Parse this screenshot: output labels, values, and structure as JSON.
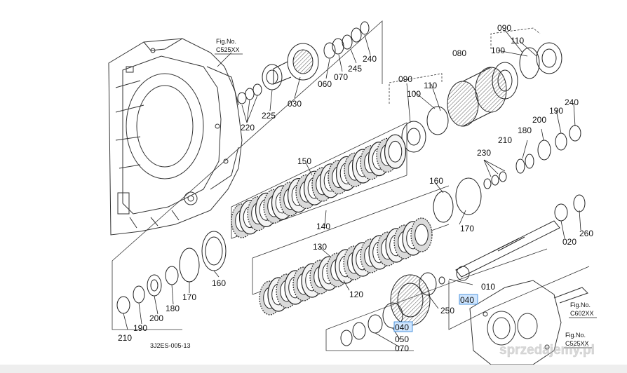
{
  "diagram": {
    "labels": {
      "p010": "010",
      "p020": "020",
      "p030": "030",
      "p040a": "040",
      "p040b": "040",
      "p050": "050",
      "p060": "060",
      "p070a": "070",
      "p070b": "070",
      "p080": "080",
      "p090a": "090",
      "p090b": "090",
      "p100a": "100",
      "p100b": "100",
      "p110a": "110",
      "p110b": "110",
      "p120": "120",
      "p130": "130",
      "p140": "140",
      "p150": "150",
      "p160a": "160",
      "p160b": "160",
      "p170a": "170",
      "p170b": "170",
      "p180a": "180",
      "p180b": "180",
      "p190a": "190",
      "p190b": "190",
      "p200a": "200",
      "p200b": "200",
      "p210a": "210",
      "p210b": "210",
      "p220": "220",
      "p225": "225",
      "p230": "230",
      "p240a": "240",
      "p240b": "240",
      "p245": "245",
      "p250": "250",
      "p260": "260"
    },
    "fig_refs": {
      "ref1_title": "Fig.No.",
      "ref1_code": "C525XX",
      "ref2_title": "Fig.No.",
      "ref2_code": "C602XX",
      "ref3_title": "Fig.No.",
      "ref3_code": "C525XX"
    },
    "drawing_code": "3J2ES-005-13",
    "watermark": "sprzedajemy.pl"
  }
}
